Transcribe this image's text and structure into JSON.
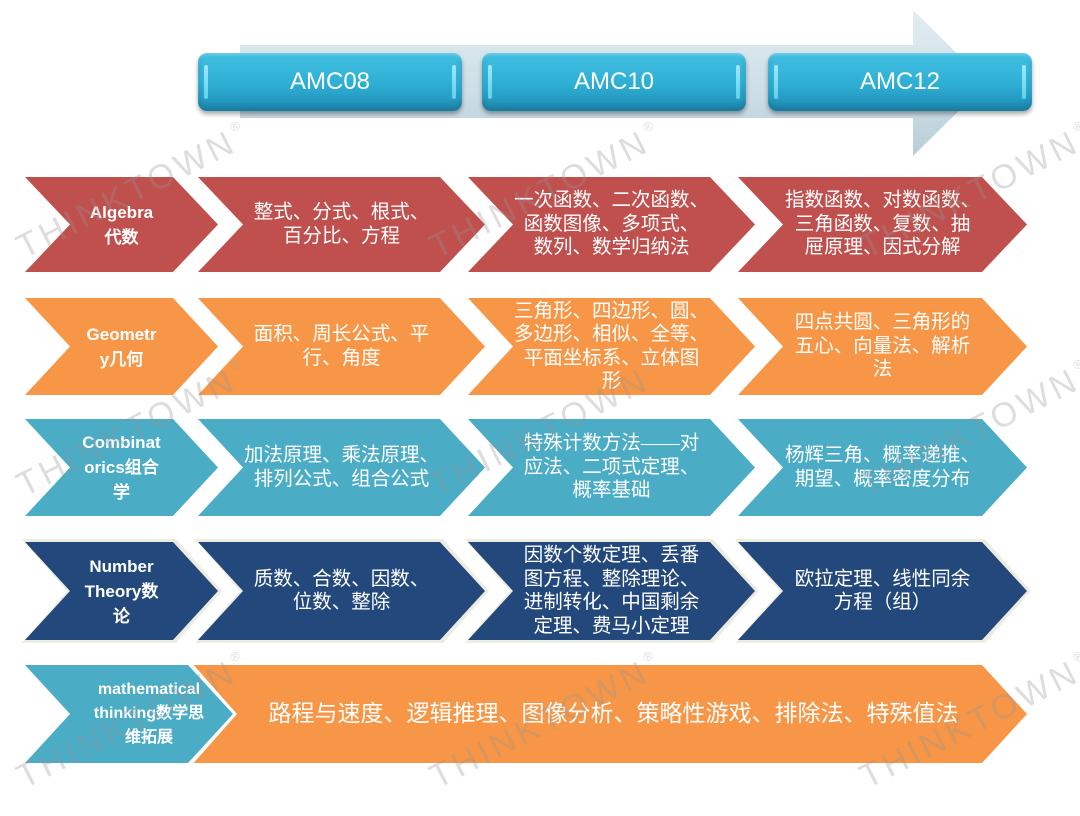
{
  "theme": {
    "red": "#c0504d",
    "orange": "#f79646",
    "teal": "#4bacc6",
    "navy": "#23487b",
    "navy_edge": "#eeece1",
    "stage_button": "#31b3d8",
    "banner_arrow": "#cfe0e8"
  },
  "banner": {
    "stages": [
      {
        "label": "AMC08"
      },
      {
        "label": "AMC10"
      },
      {
        "label": "AMC12"
      }
    ]
  },
  "rows": [
    {
      "label": "Algebra\n代数",
      "topics": [
        "整式、分式、根式、\n百分比、方程",
        "一次函数、二次函数、\n函数图像、多项式、\n数列、数学归纳法",
        "指数函数、对数函数、\n三角函数、复数、抽\n屉原理、因式分解"
      ]
    },
    {
      "label": "Geometr\ny几何",
      "topics": [
        "面积、周长公式、平\n行、角度",
        "三角形、四边形、圆、\n多边形、相似、全等、\n平面坐标系、立体图\n形",
        "四点共圆、三角形的\n五心、向量法、解析\n法"
      ]
    },
    {
      "label": "Combinat\norics组合\n学",
      "topics": [
        "加法原理、乘法原理、\n排列公式、组合公式",
        "特殊计数方法——对\n应法、二项式定理、\n概率基础",
        "杨辉三角、概率递推、\n期望、概率密度分布"
      ]
    },
    {
      "label": "Number\nTheory数\n论",
      "topics": [
        "质数、合数、因数、\n位数、整除",
        "因数个数定理、丢番\n图方程、整除理论、\n进制转化、中国剩余\n定理、费马小定理",
        "欧拉定理、线性同余\n方程（组）"
      ]
    },
    {
      "label": "mathematical\nthinking数学思\n维拓展",
      "topics": [
        "路程与速度、逻辑推理、图像分析、策略性游戏、排除法、特殊值法"
      ]
    }
  ],
  "watermark": {
    "text": "THINKTOWN",
    "mark": "®"
  }
}
